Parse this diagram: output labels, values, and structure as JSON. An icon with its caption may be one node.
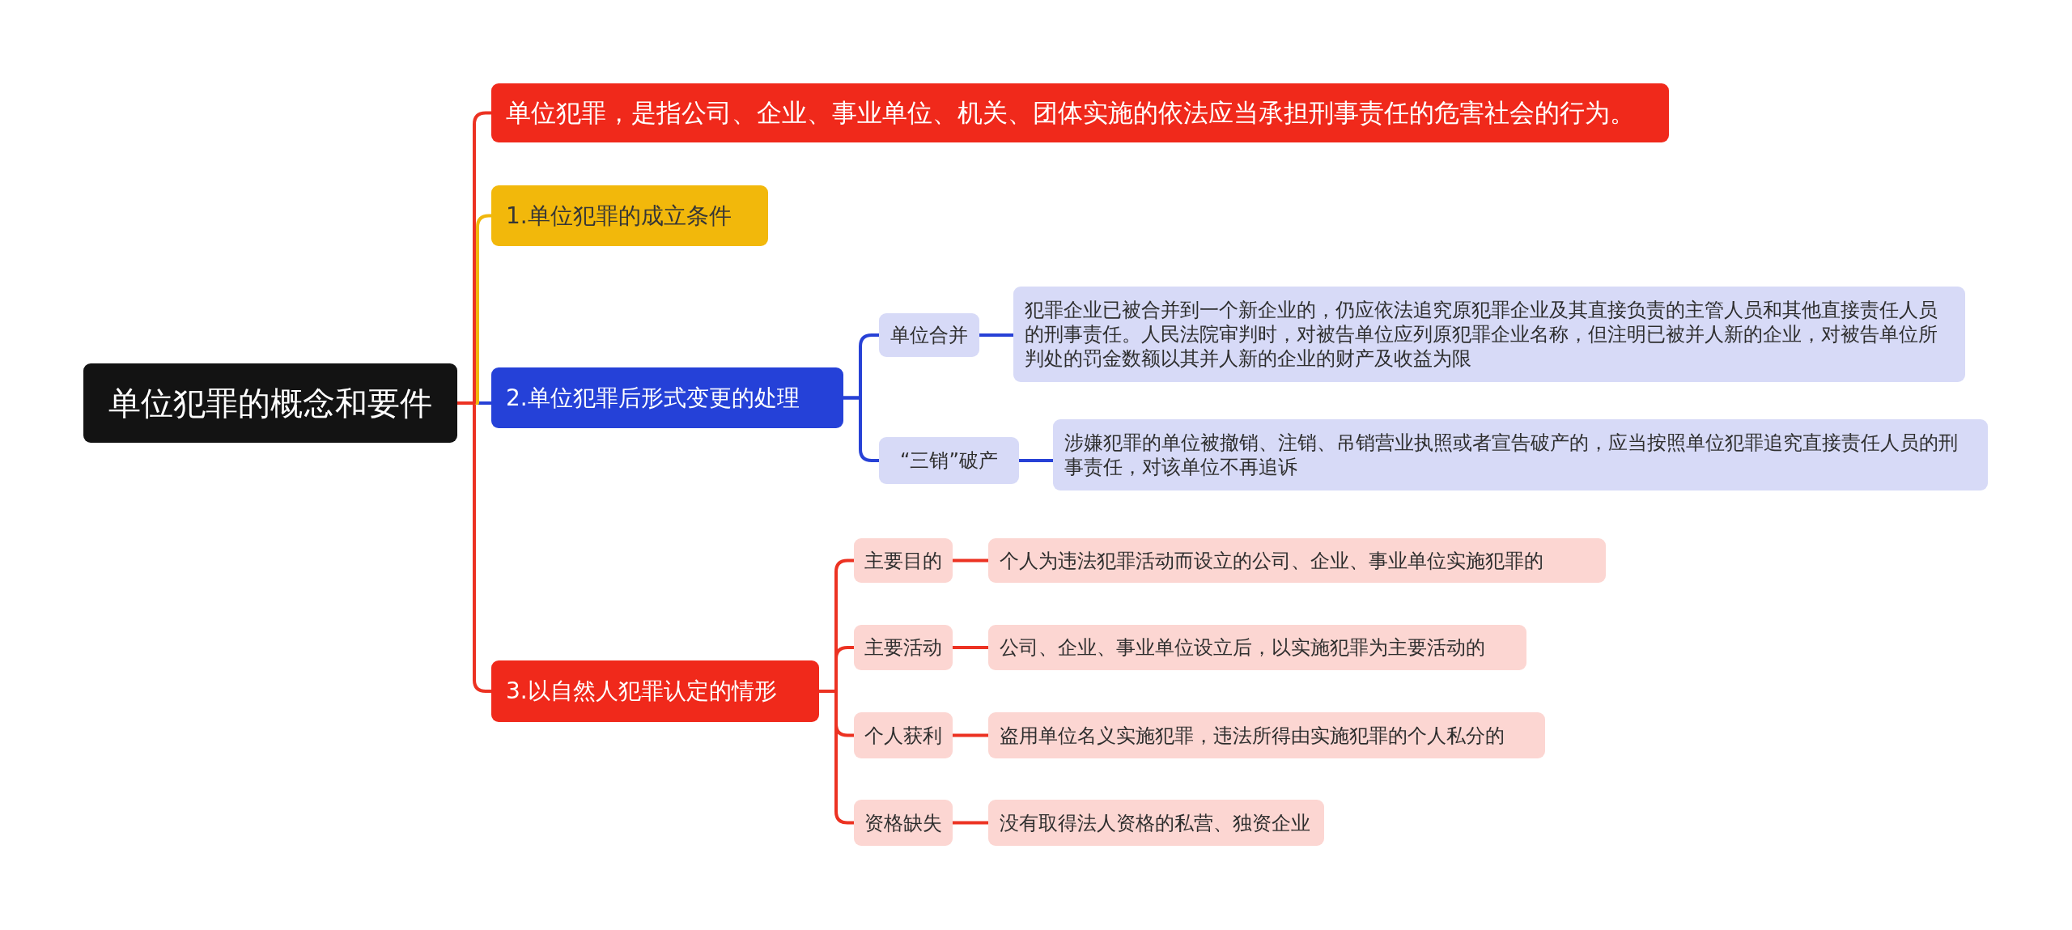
{
  "diagram": {
    "nodes": [
      {
        "text": [
          "单位犯罪的概念和要件"
        ]
      },
      {
        "text": [
          "单位犯罪，是指公司、企业、事业单位、机关、团体实施的依法应当承担刑事责任的危害社会的行为。"
        ]
      },
      {
        "text": [
          "1.单位犯罪的成立条件"
        ]
      },
      {
        "text": [
          "2.单位犯罪后形式变更的处理"
        ]
      },
      {
        "text": [
          "单位合并"
        ]
      },
      {
        "text": [
          "犯罪企业已被合并到一个新企业的，仍应依法追究原犯罪企业及其直接负责的主管人员和其他直接责任人员的刑事责任。人民法院审判时，对被告单位应列原犯罪企业名称，但注明已被并人新的企业，对被告单位所判处的罚金数额以其并人新的企业的财产及收益为限"
        ]
      },
      {
        "text": [
          "“三销”破产"
        ]
      },
      {
        "text": [
          "涉嫌犯罪的单位被撤销、注销、吊销营业执照或者宣告破产的，应当按照单位犯罪追究直接责任人员的刑事责任，对该单位不再追诉"
        ]
      },
      {
        "text": [
          "3.以自然人犯罪认定的情形"
        ]
      },
      {
        "text": [
          "主要目的"
        ]
      },
      {
        "text": [
          "个人为违法犯罪活动而设立的公司、企业、事业单位实施犯罪的"
        ]
      },
      {
        "text": [
          "主要活动"
        ]
      },
      {
        "text": [
          "公司、企业、事业单位设立后，以实施犯罪为主要活动的"
        ]
      },
      {
        "text": [
          "个人获利"
        ]
      },
      {
        "text": [
          "盗用单位名义实施犯罪，违法所得由实施犯罪的个人私分的"
        ]
      },
      {
        "text": [
          "资格缺失"
        ]
      },
      {
        "text": [
          "没有取得法人资格的私营、独资企业"
        ]
      }
    ],
    "edges": [
      {
        "from": 0,
        "to": 1,
        "arrow": "none"
      },
      {
        "from": 0,
        "to": 2,
        "arrow": "none",
        "color": "#f0b70c"
      },
      {
        "from": 0,
        "to": 3,
        "arrow": "none",
        "color": "#2741d6"
      },
      {
        "from": 0,
        "to": 8,
        "arrow": "none"
      },
      {
        "from": 3,
        "to": 4,
        "arrow": "none",
        "color": "#2741d6"
      },
      {
        "from": 4,
        "to": 5,
        "arrow": "none",
        "color": "#2741d6"
      },
      {
        "from": 3,
        "to": 6,
        "arrow": "none",
        "color": "#2741d6"
      },
      {
        "from": 6,
        "to": 7,
        "arrow": "none",
        "color": "#2741d6"
      },
      {
        "from": 8,
        "to": 9,
        "arrow": "none"
      },
      {
        "from": 9,
        "to": 10,
        "arrow": "none"
      },
      {
        "from": 8,
        "to": 11,
        "arrow": "none"
      },
      {
        "from": 11,
        "to": 12,
        "arrow": "none"
      },
      {
        "from": 8,
        "to": 13,
        "arrow": "none"
      },
      {
        "from": 13,
        "to": 14,
        "arrow": "none"
      },
      {
        "from": 8,
        "to": 15,
        "arrow": "none"
      },
      {
        "from": 15,
        "to": 16,
        "arrow": "none"
      }
    ]
  }
}
